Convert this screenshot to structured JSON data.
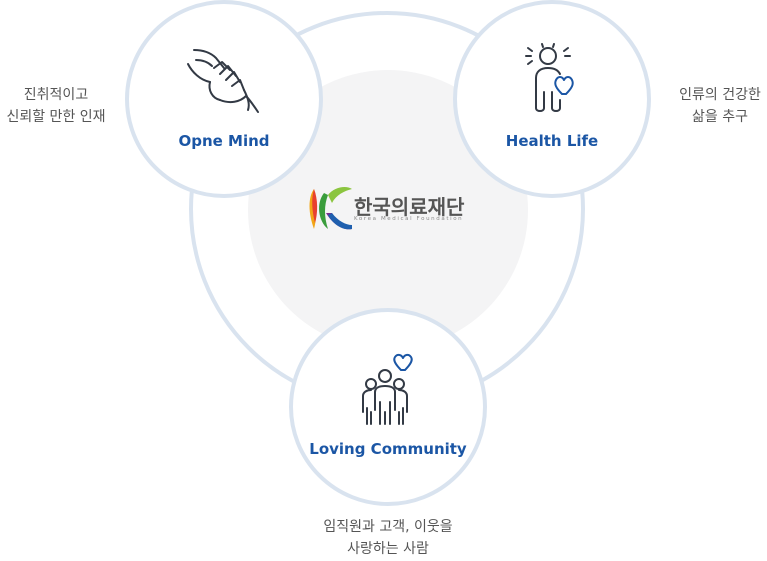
{
  "center": {
    "logo_name": "한국의료재단",
    "logo_sub": "Korea Medical Foundation"
  },
  "values": [
    {
      "key": "open",
      "label": "Opne Mind",
      "icon": "handshake-icon",
      "description": [
        "진취적이고",
        "신뢰할 만한 인재"
      ]
    },
    {
      "key": "health",
      "label": "Health Life",
      "icon": "person-heart-icon",
      "description": [
        "인류의 건강한",
        "삶을 추구"
      ]
    },
    {
      "key": "loving",
      "label": "Loving Community",
      "icon": "family-heart-icon",
      "description": [
        "임직원과 고객, 이웃을",
        "사랑하는 사람"
      ]
    }
  ],
  "colors": {
    "accent": "#1b56a5",
    "ring": "#d9e3ef",
    "center_bg": "#f4f4f5",
    "text": "#555555"
  }
}
